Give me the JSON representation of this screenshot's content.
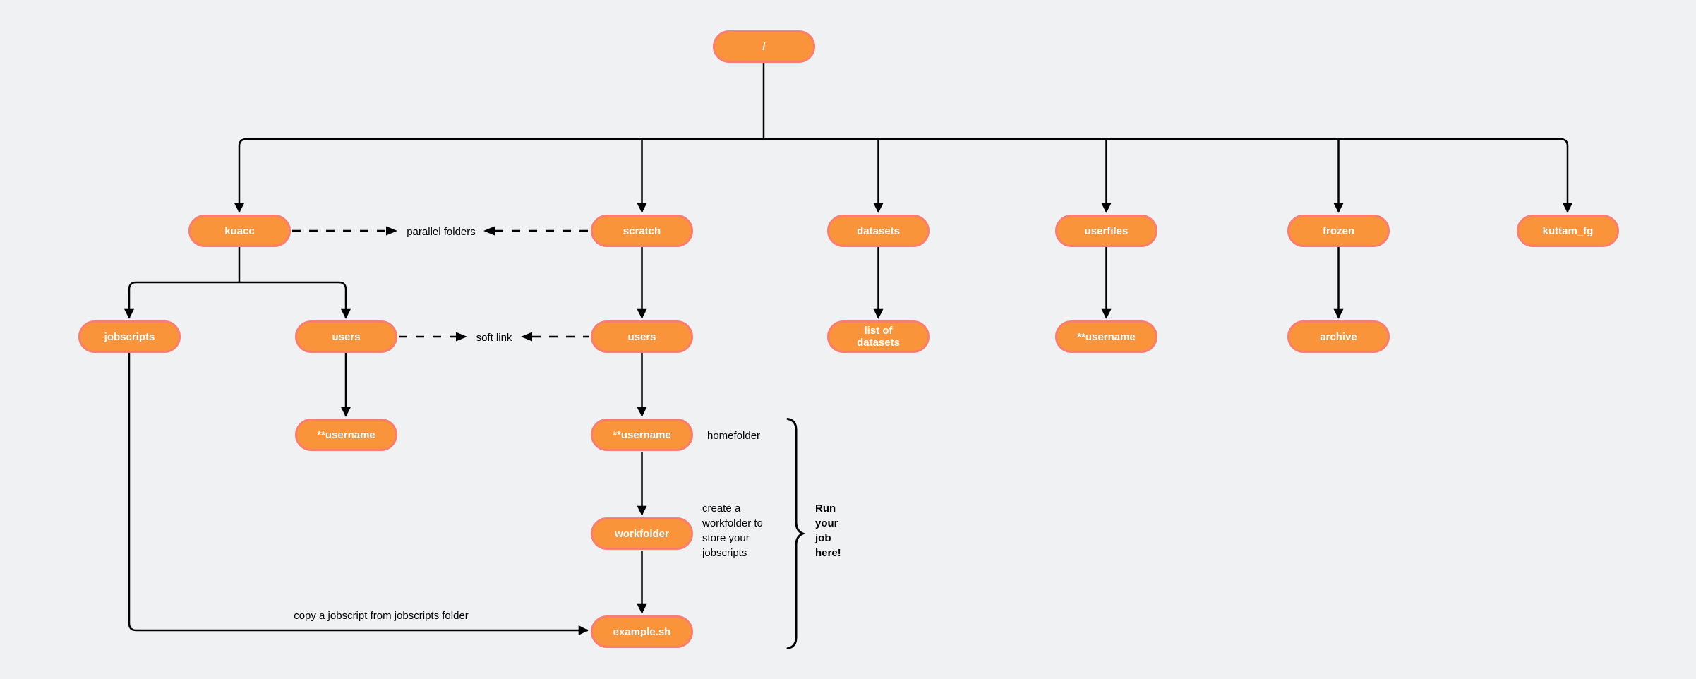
{
  "colors": {
    "background": "#F0F1F2",
    "node_fill": "#F9943B",
    "node_border": "#FB7C71",
    "node_text": "#FFFFFF",
    "connector": "#000000",
    "annotation_text": "#000000"
  },
  "nodes": {
    "root": {
      "label": "/"
    },
    "kuacc": {
      "label": "kuacc"
    },
    "scratch": {
      "label": "scratch"
    },
    "datasets": {
      "label": "datasets"
    },
    "userfiles": {
      "label": "userfiles"
    },
    "frozen": {
      "label": "frozen"
    },
    "kuttam_fg": {
      "label": "kuttam_fg"
    },
    "jobscripts": {
      "label": "jobscripts"
    },
    "users_kuacc": {
      "label": "users"
    },
    "users_scratch": {
      "label": "users"
    },
    "list_of_datasets": {
      "label": "list of datasets"
    },
    "username_userfiles": {
      "label": "**username"
    },
    "archive": {
      "label": "archive"
    },
    "username_kuacc": {
      "label": "**username"
    },
    "username_scratch": {
      "label": "**username"
    },
    "workfolder": {
      "label": "workfolder"
    },
    "example_sh": {
      "label": "example.sh"
    }
  },
  "edges": [
    {
      "from": "/",
      "to": "kuacc",
      "style": "solid-arrow"
    },
    {
      "from": "/",
      "to": "scratch",
      "style": "solid-arrow"
    },
    {
      "from": "/",
      "to": "datasets",
      "style": "solid-arrow"
    },
    {
      "from": "/",
      "to": "userfiles",
      "style": "solid-arrow"
    },
    {
      "from": "/",
      "to": "frozen",
      "style": "solid-arrow"
    },
    {
      "from": "/",
      "to": "kuttam_fg",
      "style": "solid-arrow"
    },
    {
      "from": "kuacc",
      "to": "jobscripts",
      "style": "solid-arrow"
    },
    {
      "from": "kuacc",
      "to": "users (kuacc)",
      "style": "solid-arrow"
    },
    {
      "from": "users (kuacc)",
      "to": "**username (kuacc)",
      "style": "solid-arrow"
    },
    {
      "from": "scratch",
      "to": "users (scratch)",
      "style": "solid-arrow"
    },
    {
      "from": "users (scratch)",
      "to": "**username (scratch)",
      "style": "solid-arrow"
    },
    {
      "from": "**username (scratch)",
      "to": "workfolder",
      "style": "solid-arrow"
    },
    {
      "from": "workfolder",
      "to": "example.sh",
      "style": "solid-arrow"
    },
    {
      "from": "jobscripts",
      "to": "example.sh",
      "style": "solid-arrow",
      "label": "copy a jobscript from jobscripts folder"
    },
    {
      "from": "datasets",
      "to": "list of datasets",
      "style": "solid-arrow"
    },
    {
      "from": "userfiles",
      "to": "**username (userfiles)",
      "style": "solid-arrow"
    },
    {
      "from": "frozen",
      "to": "archive",
      "style": "solid-arrow"
    },
    {
      "from": "kuacc",
      "to": "scratch",
      "style": "dashed-bidirectional",
      "label": "parallel folders"
    },
    {
      "from": "users (kuacc)",
      "to": "users (scratch)",
      "style": "dashed-bidirectional",
      "label": "soft link"
    }
  ],
  "annotations": {
    "parallel_folders": "parallel folders",
    "soft_link": "soft link",
    "homefolder": "homefolder",
    "create_workfolder_lines": [
      "create a",
      "workfolder to",
      "store your",
      "jobscripts"
    ],
    "run_job_lines": [
      "Run",
      "your",
      "job",
      "here!"
    ],
    "copy_jobscript": "copy a jobscript from jobscripts folder",
    "brace_group": "**username to example.sh"
  }
}
